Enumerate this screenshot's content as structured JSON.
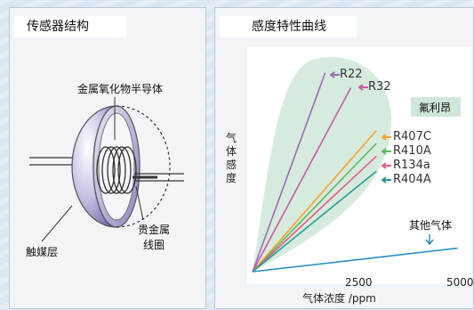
{
  "left_panel": {
    "title": "传感器结构",
    "labels": {
      "metal_oxide": "金属氧化物半导体",
      "noble_metal_line1": "贵金属",
      "noble_metal_line2": "线圈",
      "catalyst": "触媒层"
    }
  },
  "right_panel": {
    "title": "感度特性曲线",
    "group_label": "氟利昂",
    "chart_data": {
      "type": "line",
      "title": "感度特性曲线",
      "xlabel": "气体浓度 /ppm",
      "ylabel": "气体感度",
      "x_ticks": [
        "2500",
        "5000"
      ],
      "series": [
        {
          "name": "R22",
          "color": "#9b6bb5",
          "x": [
            0,
            1700
          ],
          "y": [
            0,
            0.93
          ]
        },
        {
          "name": "R32",
          "color": "#c75ba6",
          "x": [
            0,
            2300
          ],
          "y": [
            0,
            0.86
          ]
        },
        {
          "name": "R407C",
          "color": "#f2a530",
          "x": [
            0,
            2900
          ],
          "y": [
            0,
            0.66
          ]
        },
        {
          "name": "R410A",
          "color": "#5cb85c",
          "x": [
            0,
            2900
          ],
          "y": [
            0,
            0.6
          ]
        },
        {
          "name": "R134a",
          "color": "#e55a8a",
          "x": [
            0,
            2900
          ],
          "y": [
            0,
            0.54
          ]
        },
        {
          "name": "R404A",
          "color": "#2a9a95",
          "x": [
            0,
            2900
          ],
          "y": [
            0,
            0.47
          ]
        },
        {
          "name": "其他气体",
          "color": "#2a8fc4",
          "x": [
            0,
            4800
          ],
          "y": [
            0,
            0.11
          ]
        }
      ]
    }
  }
}
